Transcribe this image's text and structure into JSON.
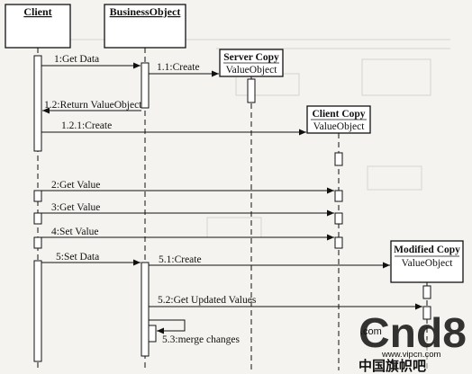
{
  "diagram": {
    "lifelines": [
      {
        "id": "client",
        "title": "Client",
        "subtitle": ""
      },
      {
        "id": "bo",
        "title": "BusinessObject",
        "subtitle": ""
      },
      {
        "id": "server",
        "title": "Server Copy",
        "subtitle": "ValueObject"
      },
      {
        "id": "clientcopy",
        "title": "Client Copy",
        "subtitle": "ValueObject"
      },
      {
        "id": "modified",
        "title": "Modified Copy",
        "subtitle": "ValueObject"
      }
    ],
    "messages": [
      {
        "label": "1:Get Data",
        "from": "client",
        "to": "bo",
        "kind": "call"
      },
      {
        "label": "1.1:Create",
        "from": "bo",
        "to": "server",
        "kind": "call"
      },
      {
        "label": "1.2:Return ValueObject",
        "from": "bo",
        "to": "client",
        "kind": "return"
      },
      {
        "label": "1.2.1:Create",
        "from": "client",
        "to": "clientcopy",
        "kind": "call"
      },
      {
        "label": "2:Get Value",
        "from": "client",
        "to": "clientcopy",
        "kind": "call"
      },
      {
        "label": "3:Get Value",
        "from": "client",
        "to": "clientcopy",
        "kind": "call"
      },
      {
        "label": "4:Set Value",
        "from": "client",
        "to": "clientcopy",
        "kind": "call"
      },
      {
        "label": "5:Set Data",
        "from": "client",
        "to": "bo",
        "kind": "call"
      },
      {
        "label": "5.1:Create",
        "from": "bo",
        "to": "modified",
        "kind": "call"
      },
      {
        "label": "5.2:Get Updated Values",
        "from": "bo",
        "to": "modified",
        "kind": "call"
      },
      {
        "label": "5.3:merge changes",
        "from": "bo",
        "to": "bo",
        "kind": "self"
      }
    ]
  },
  "watermark": {
    "small": ".com",
    "brand": "Cnd8",
    "url": "www.vipcn.com",
    "cn": "中国旗帜吧"
  },
  "colors": {
    "line": "#111111",
    "brand": "#d81e1e",
    "background": "#f4f3ef"
  }
}
